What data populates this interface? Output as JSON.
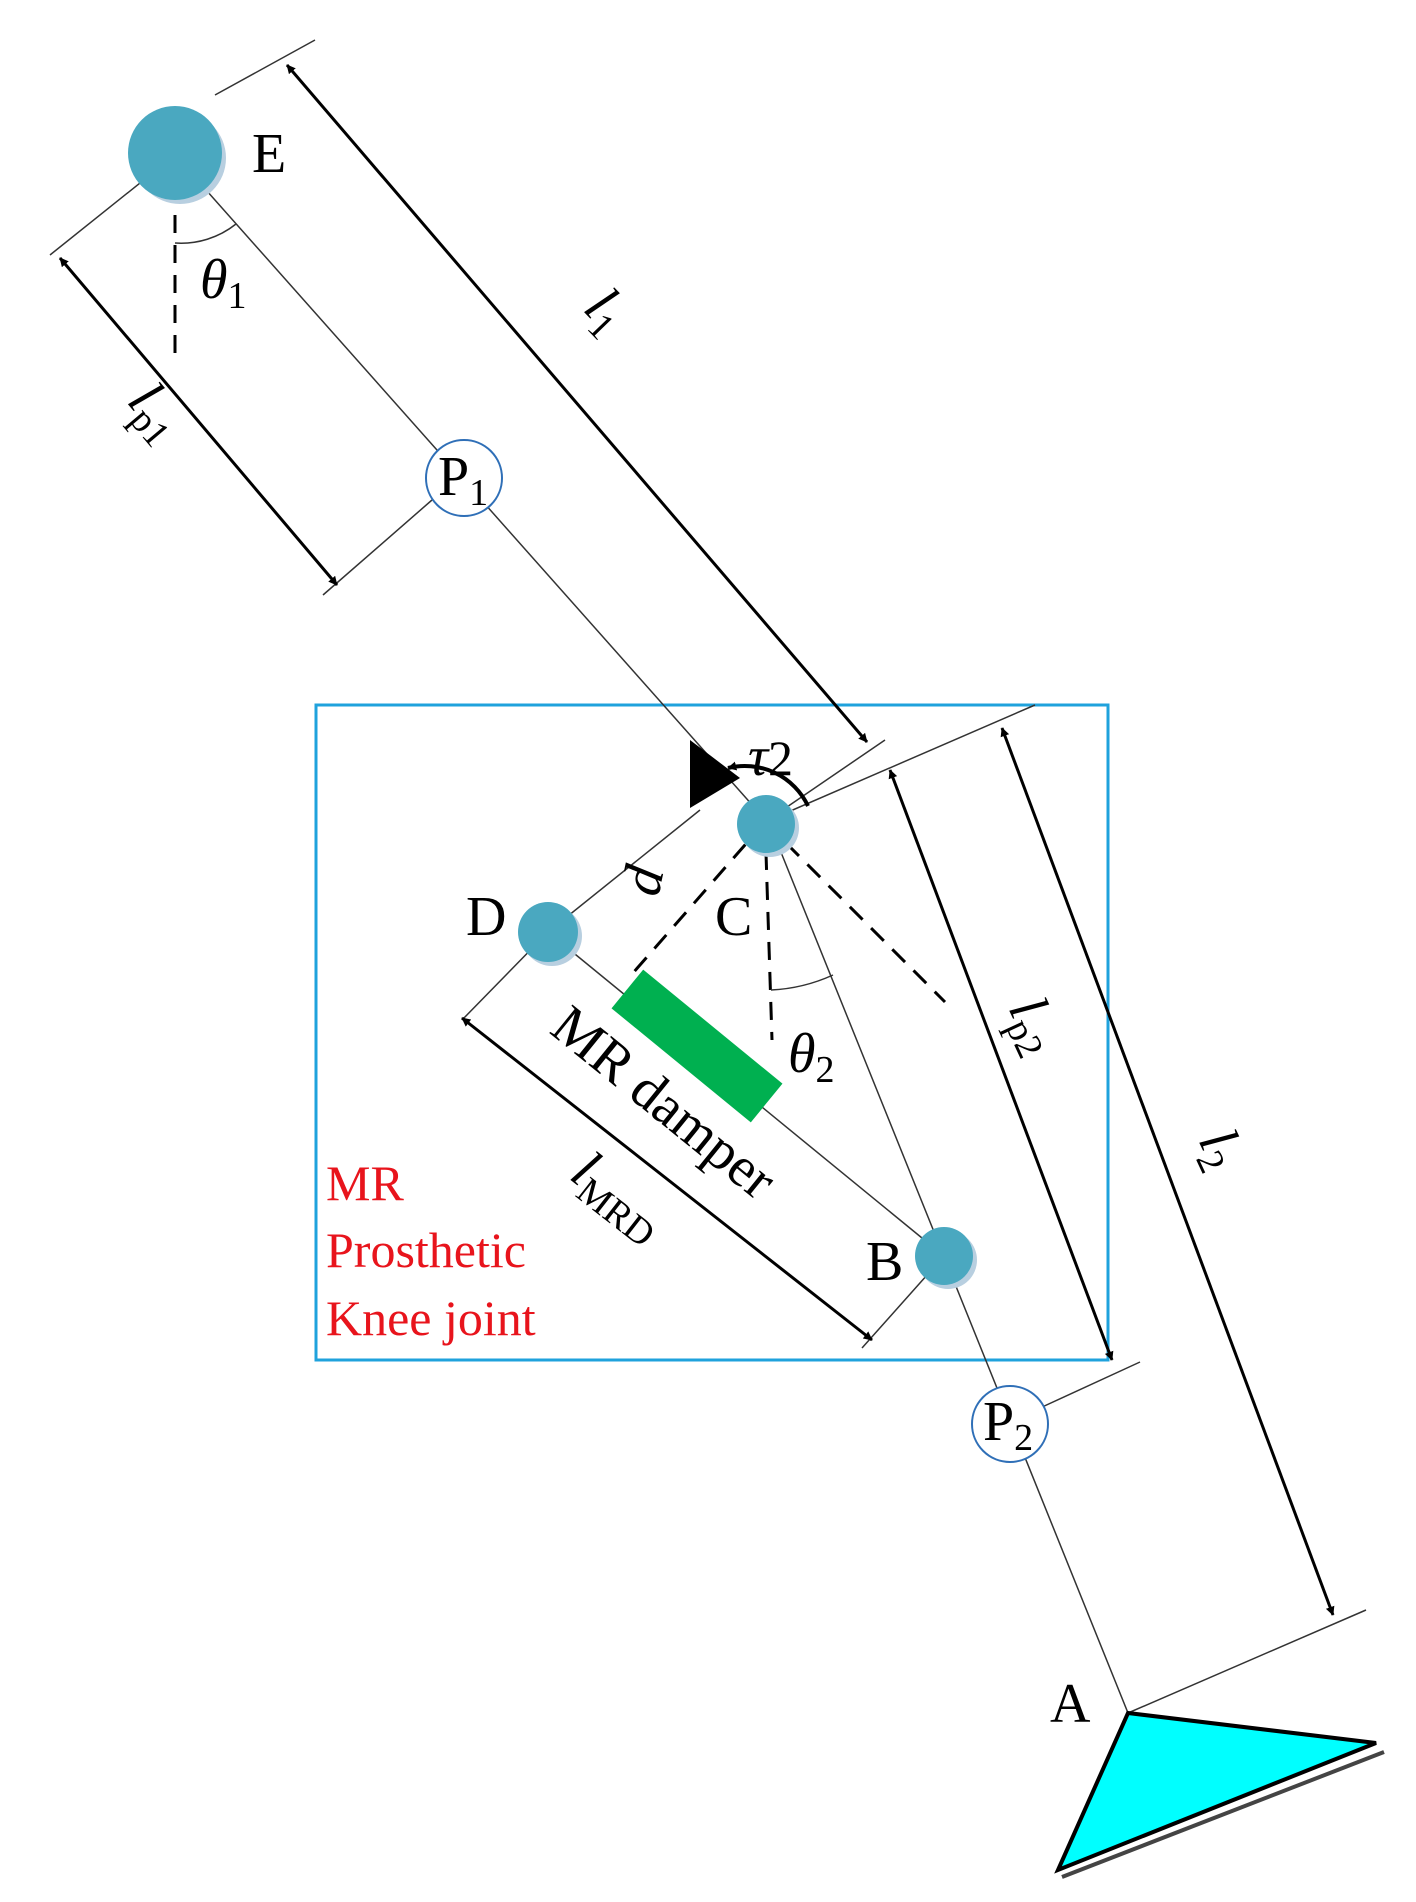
{
  "colors": {
    "joint": "#4aa8c0",
    "joint_shadow": "#b8cfe0",
    "box": "#1fa2dc",
    "damper": "#00b050",
    "foot": "#00ffff",
    "label_red": "#e8141c",
    "pmass_stroke": "#2f6fb7"
  },
  "labels": {
    "E": "E",
    "D": "D",
    "C": "C",
    "B": "B",
    "A": "A",
    "P1": "P",
    "P1_sub": "1",
    "P2": "P",
    "P2_sub": "2",
    "theta1": "θ",
    "theta1_sub": "1",
    "theta2": "θ",
    "theta2_sub": "2",
    "tau2": "τ",
    "tau2_sub": "2",
    "d": "d",
    "l1": "l",
    "l1_sub": "1",
    "l2": "l",
    "l2_sub": "2",
    "lp1": "l",
    "lp1_sub": "p1",
    "lp2": "l",
    "lp2_sub": "p2",
    "lmrd": "l",
    "lmrd_sub": "MRD",
    "mr_damper": "MR damper"
  },
  "box_caption": [
    "MR",
    "Prosthetic",
    "Knee joint"
  ]
}
